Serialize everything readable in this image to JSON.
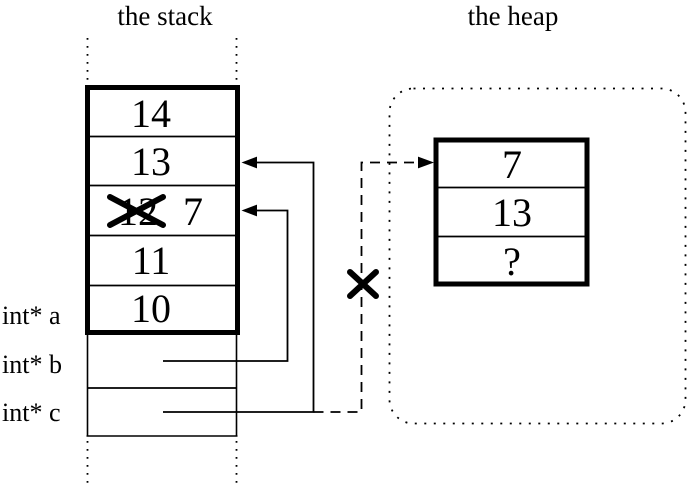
{
  "titles": {
    "stack": "the stack",
    "heap": "the heap"
  },
  "stack_frame": {
    "rows": [
      {
        "value": "14"
      },
      {
        "value": "13"
      },
      {
        "old_value": "12",
        "new_value": "7"
      },
      {
        "value": "11"
      },
      {
        "value": "10"
      }
    ]
  },
  "pointer_vars": [
    {
      "label": "int* a"
    },
    {
      "label": "int* b"
    },
    {
      "label": "int* c"
    }
  ],
  "heap_block": {
    "rows": [
      {
        "value": "7"
      },
      {
        "value": "13"
      },
      {
        "value": "?"
      }
    ]
  },
  "colors": {
    "ink": "#000000",
    "background": "#ffffff"
  }
}
